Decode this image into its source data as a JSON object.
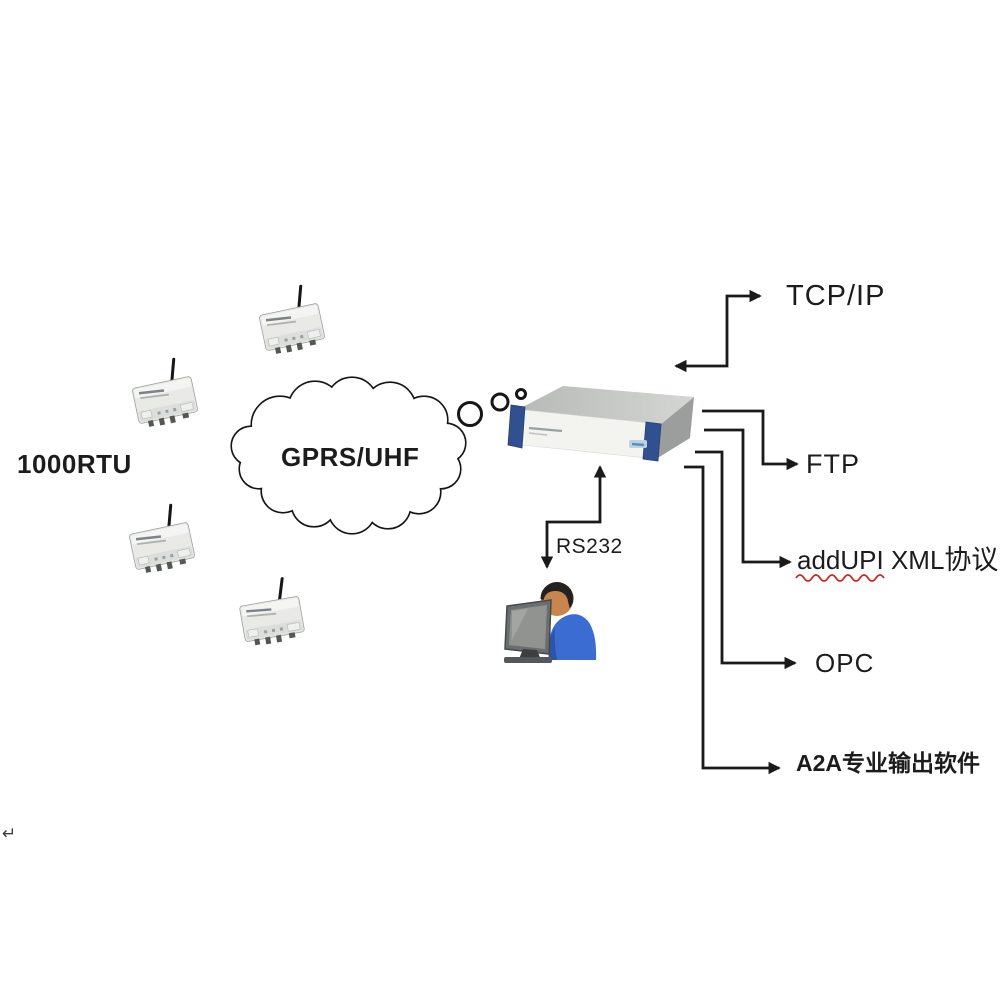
{
  "canvas": {
    "background": "#ffffff"
  },
  "nodes": {
    "rtu_group": {
      "label": "1000RTU",
      "device_count": 4,
      "icon": "rtu-device-with-antenna"
    },
    "cloud": {
      "label": "GPRS/UHF",
      "shape": "thought-cloud"
    },
    "gateway": {
      "icon": "gateway-server-box",
      "trim_color": "#31508f"
    },
    "operator": {
      "icon": "person-at-computer",
      "shirt_color": "#3b6cd1"
    }
  },
  "links": {
    "serial": {
      "label": "RS232",
      "bidirectional": true
    },
    "tcpip_connector": {
      "bidirectional": true
    }
  },
  "outputs": [
    {
      "id": "tcpip",
      "label": "TCP/IP"
    },
    {
      "id": "ftp",
      "label": "FTP"
    },
    {
      "id": "addupi",
      "label": "addUPI XML协议",
      "label_latin": "addUPI XML",
      "label_cjk": "协议",
      "spellcheck_squiggle": true
    },
    {
      "id": "opc",
      "label": "OPC"
    },
    {
      "id": "a2a",
      "label": "A2A专业输出软件"
    }
  ],
  "misc": {
    "paragraph_mark": "↵"
  },
  "colors": {
    "line": "#1a1a1a",
    "squiggle_red": "#c9271d",
    "cloud_stroke": "#161616",
    "server_top": "#c6c8c6",
    "server_side": "#9b9e9c",
    "server_front": "#f3f3f0"
  }
}
